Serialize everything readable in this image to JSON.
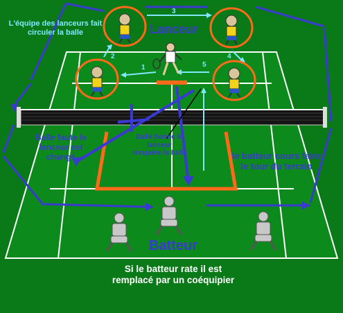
{
  "labels": {
    "equipe_lanceurs": "L'équipe des lanceurs fait circuler la balle",
    "lanceur": "Lanceur",
    "balle_faute": "Balle faute le lanceur est changé",
    "balle_bonne": "Balle bonne le lanceur récupère la balle",
    "batteur_cours": "le batteur cours faire le tour du terrain",
    "batteur": "Batteur",
    "batteur_rate": "Si le batteur rate il est remplacé par un coéquipier"
  },
  "arrow_numbers": [
    "1",
    "2",
    "3",
    "4",
    "5"
  ],
  "colors": {
    "court": "#0a7a18",
    "lines": "#ffffff",
    "orange": "#ff6a1a",
    "path": "#3a3ad0",
    "cyan": "#7fe8ff"
  }
}
